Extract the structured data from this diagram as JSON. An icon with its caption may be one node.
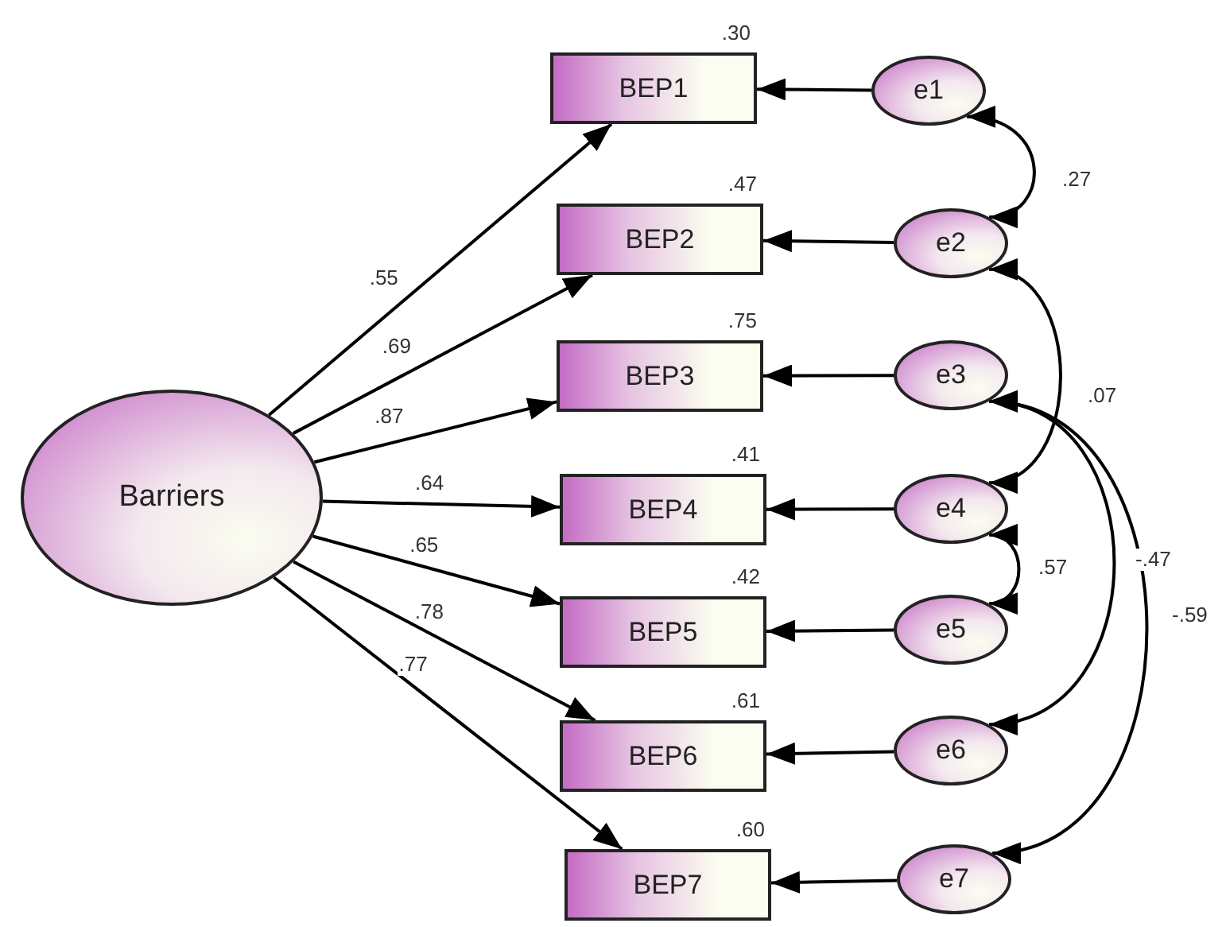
{
  "diagram": {
    "nodes": [
      {
        "text": [
          "Barriers"
        ]
      },
      {
        "text": [
          "BEP1"
        ],
        "beside": [
          ".30"
        ]
      },
      {
        "text": [
          "BEP2"
        ],
        "beside": [
          ".47"
        ]
      },
      {
        "text": [
          "BEP3"
        ],
        "beside": [
          ".75"
        ]
      },
      {
        "text": [
          "BEP4"
        ],
        "beside": [
          ".41"
        ]
      },
      {
        "text": [
          "BEP5"
        ],
        "beside": [
          ".42"
        ]
      },
      {
        "text": [
          "BEP6"
        ],
        "beside": [
          ".61"
        ]
      },
      {
        "text": [
          "BEP7"
        ],
        "beside": [
          ".60"
        ]
      },
      {
        "text": [
          "e1"
        ]
      },
      {
        "text": [
          "e2"
        ]
      },
      {
        "text": [
          "e3"
        ]
      },
      {
        "text": [
          "e4"
        ]
      },
      {
        "text": [
          "e5"
        ]
      },
      {
        "text": [
          "e6"
        ]
      },
      {
        "text": [
          "e7"
        ]
      }
    ],
    "edges": [
      {
        "from": 0,
        "to": 1,
        "arrow": "to",
        "label": ".55"
      },
      {
        "from": 0,
        "to": 2,
        "arrow": "to",
        "label": ".69"
      },
      {
        "from": 0,
        "to": 3,
        "arrow": "to",
        "label": ".87"
      },
      {
        "from": 0,
        "to": 4,
        "arrow": "to",
        "label": ".64"
      },
      {
        "from": 0,
        "to": 5,
        "arrow": "to",
        "label": ".65"
      },
      {
        "from": 0,
        "to": 6,
        "arrow": "to",
        "label": ".78"
      },
      {
        "from": 0,
        "to": 7,
        "arrow": "to",
        "label": ".77"
      },
      {
        "from": 8,
        "to": 1,
        "arrow": "to"
      },
      {
        "from": 9,
        "to": 2,
        "arrow": "to"
      },
      {
        "from": 10,
        "to": 3,
        "arrow": "to"
      },
      {
        "from": 11,
        "to": 4,
        "arrow": "to"
      },
      {
        "from": 12,
        "to": 5,
        "arrow": "to"
      },
      {
        "from": 13,
        "to": 6,
        "arrow": "to"
      },
      {
        "from": 14,
        "to": 7,
        "arrow": "to"
      },
      {
        "from": 8,
        "to": 9,
        "arrow": "both",
        "label": ".27"
      },
      {
        "from": 9,
        "to": 11,
        "arrow": "both",
        "label": ".07"
      },
      {
        "from": 11,
        "to": 12,
        "arrow": "both",
        "label": ".57"
      },
      {
        "from": 10,
        "to": 13,
        "arrow": "both",
        "label": "-.47"
      },
      {
        "from": 10,
        "to": 14,
        "arrow": "both",
        "label": "-.59"
      }
    ]
  }
}
